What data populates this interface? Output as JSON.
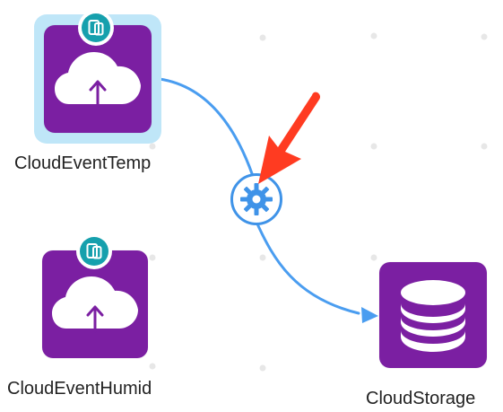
{
  "canvas": {
    "nodes": {
      "temp_source": {
        "label": "CloudEventTemp",
        "icon": "cloud-upload-icon",
        "badge_icon": "device-icon",
        "selected": true
      },
      "humid_source": {
        "label": "CloudEventHumid",
        "icon": "cloud-upload-icon",
        "badge_icon": "device-icon",
        "selected": false
      },
      "storage_target": {
        "label": "CloudStorage",
        "icon": "database-icon",
        "selected": false
      }
    },
    "connector": {
      "from": "CloudEventTemp",
      "to": "CloudStorage",
      "midpoint_icon": "gear-icon"
    },
    "annotation": {
      "icon": "red-arrow-icon"
    },
    "colors": {
      "node_purple": "#7b1fa2",
      "selection_highlight": "#bfe6f8",
      "connector_blue": "#4a9df0",
      "device_badge_teal": "#16a0ad",
      "annotation_red": "#ff3b21",
      "grid_dot": "#e7e7e7",
      "label_text": "#222222"
    }
  }
}
